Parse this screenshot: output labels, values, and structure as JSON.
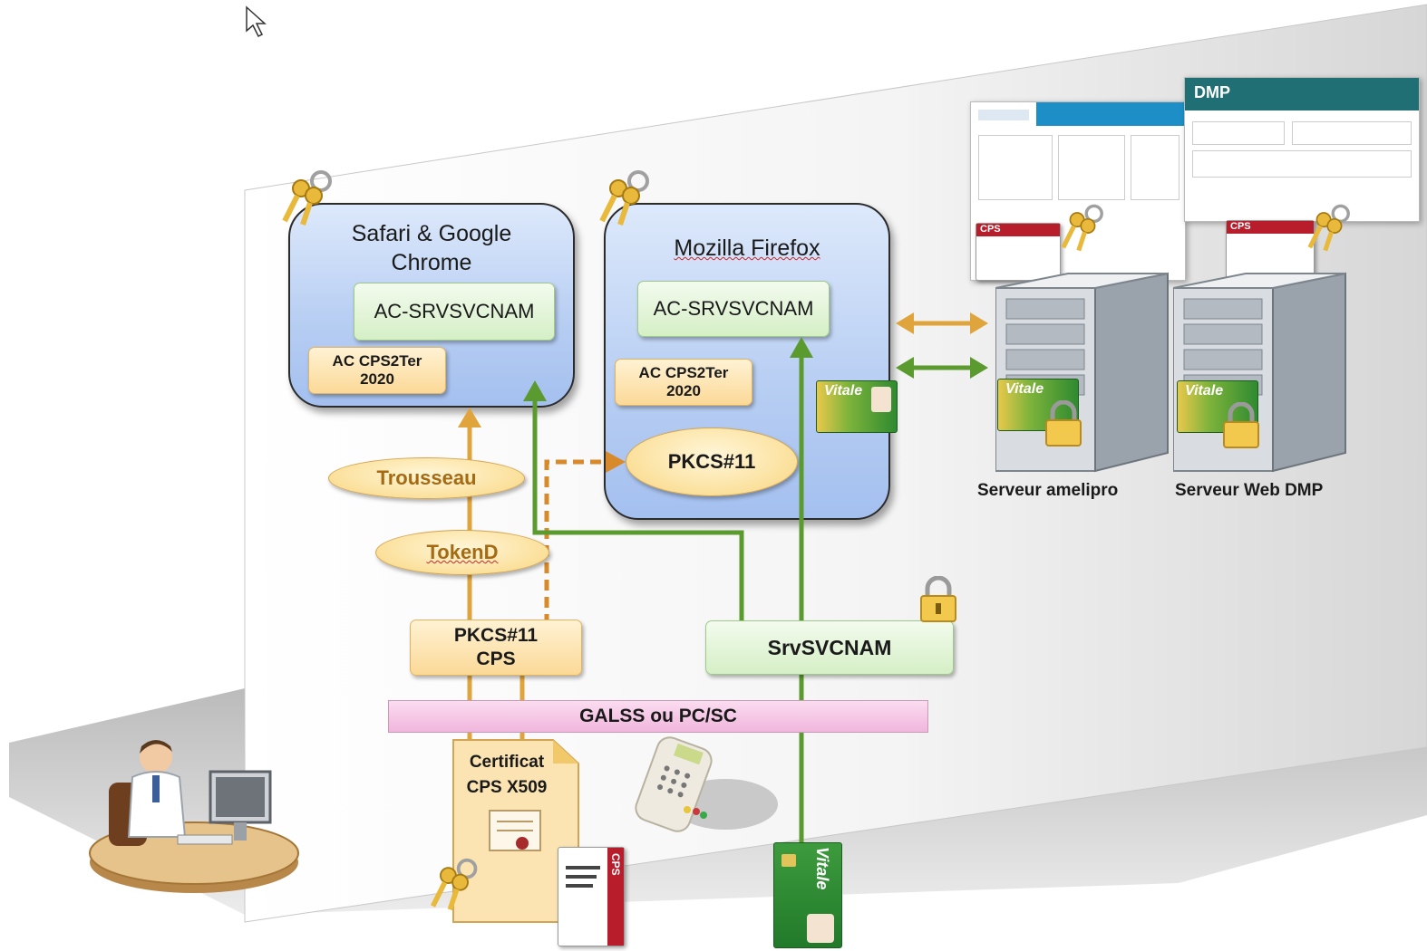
{
  "browsers": {
    "safari": {
      "title_line1": "Safari  & Google",
      "title_line2": "Chrome",
      "ac_srv": "AC-SRVSVCNAM",
      "ac_cps_line1": "AC CPS2Ter",
      "ac_cps_line2": "2020"
    },
    "firefox": {
      "title": "Mozilla Firefox",
      "ac_srv": "AC-SRVSVCNAM",
      "ac_cps_line1": "AC CPS2Ter",
      "ac_cps_line2": "2020",
      "pkcs": "PKCS#11"
    }
  },
  "middleware": {
    "trousseau": "Trousseau",
    "tokend": "TokenD",
    "pkcs_cps_line1": "PKCS#11",
    "pkcs_cps_line2": "CPS",
    "srvsvcnam": "SrvSVCNAM",
    "galss": "GALSS ou PC/SC"
  },
  "certificate": {
    "line1": "Certificat",
    "line2": "CPS X509"
  },
  "cards": {
    "vitale": "Vitale",
    "cps": "CPS"
  },
  "servers": {
    "amelipro": "Serveur amelipro",
    "dmp": "Serveur Web DMP",
    "dmp_logo": "DMP"
  },
  "colors": {
    "orange_arrow": "#e0a43c",
    "green_arrow": "#5b9a2e",
    "galss_fill": "#f5c7e6"
  }
}
